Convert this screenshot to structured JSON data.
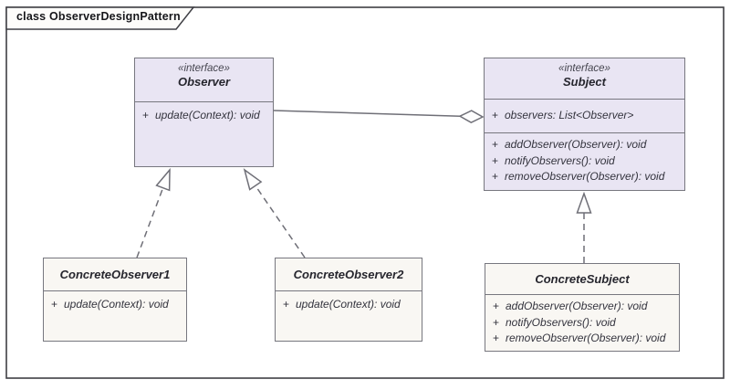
{
  "frame": {
    "kind": "class diagram frame",
    "title": "class ObserverDesignPattern"
  },
  "classes": {
    "observer": {
      "stereotype": "«interface»",
      "name": "Observer",
      "operations": [
        {
          "vis": "+",
          "sig": "update(Context): void"
        }
      ]
    },
    "subject": {
      "stereotype": "«interface»",
      "name": "Subject",
      "attributes": [
        {
          "vis": "+",
          "sig": "observers: List<Observer>"
        }
      ],
      "operations": [
        {
          "vis": "+",
          "sig": "addObserver(Observer): void"
        },
        {
          "vis": "+",
          "sig": "notifyObservers(): void"
        },
        {
          "vis": "+",
          "sig": "removeObserver(Observer): void"
        }
      ]
    },
    "concrete_observer1": {
      "name": "ConcreteObserver1",
      "operations": [
        {
          "vis": "+",
          "sig": "update(Context): void"
        }
      ]
    },
    "concrete_observer2": {
      "name": "ConcreteObserver2",
      "operations": [
        {
          "vis": "+",
          "sig": "update(Context): void"
        }
      ]
    },
    "concrete_subject": {
      "name": "ConcreteSubject",
      "operations": [
        {
          "vis": "+",
          "sig": "addObserver(Observer): void"
        },
        {
          "vis": "+",
          "sig": "notifyObservers(): void"
        },
        {
          "vis": "+",
          "sig": "removeObserver(Observer): void"
        }
      ]
    }
  },
  "relationships": [
    {
      "type": "aggregation",
      "from": "Observer",
      "to": "Subject",
      "line": "solid",
      "marker": "open-diamond-at-subject"
    },
    {
      "type": "realization",
      "from": "ConcreteObserver1",
      "to": "Observer",
      "line": "dashed",
      "marker": "hollow-triangle"
    },
    {
      "type": "realization",
      "from": "ConcreteObserver2",
      "to": "Observer",
      "line": "dashed",
      "marker": "hollow-triangle"
    },
    {
      "type": "realization",
      "from": "ConcreteSubject",
      "to": "Subject",
      "line": "dashed",
      "marker": "hollow-triangle"
    }
  ],
  "colors": {
    "interface_fill": "#e9e5f3",
    "class_fill": "#f9f7f3",
    "border": "#77777f",
    "frame_border": "#3f3f44",
    "text": "#33333d",
    "connector": "#6f6f77"
  }
}
